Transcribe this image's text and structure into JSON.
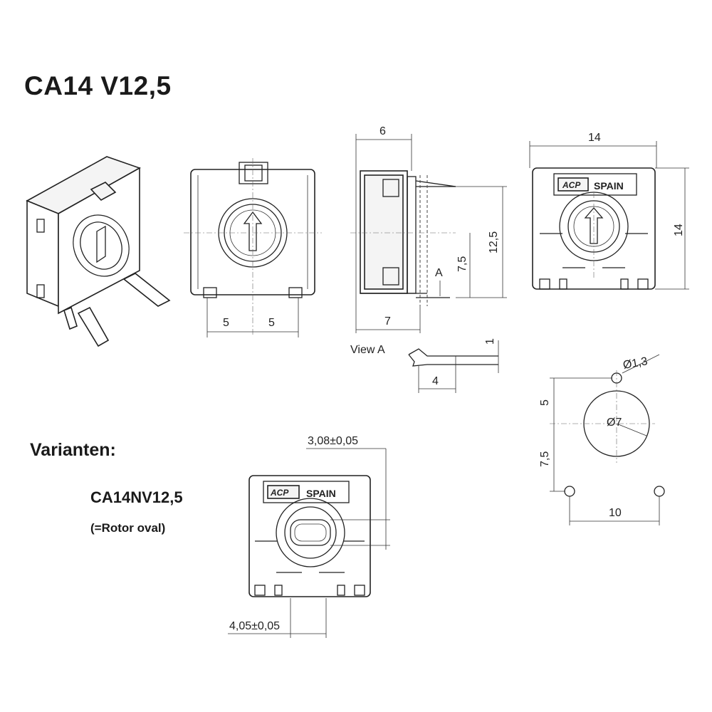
{
  "title": "CA14 V12,5",
  "variants_heading": "Varianten:",
  "variant": {
    "name": "CA14NV12,5",
    "note": "(=Rotor oval)"
  },
  "labels": {
    "view_a": "View A",
    "section_a": "A",
    "brand": "SPAIN",
    "logo": "ACP"
  },
  "dimensions": {
    "front_pitch_left": "5",
    "front_pitch_right": "5",
    "side_top_depth": "6",
    "side_bottom_depth": "7",
    "side_height": "12,5",
    "side_mid_height": "7,5",
    "back_width": "14",
    "back_height": "14",
    "view_a_thickness": "1",
    "view_a_width": "4",
    "hole_dia": "Ø1,3",
    "center_dia": "Ø7",
    "pattern_top": "5",
    "pattern_bottom": "7,5",
    "pattern_width": "10",
    "oval_width": "3,08±0,05",
    "oval_offset": "4,05±0,05"
  }
}
